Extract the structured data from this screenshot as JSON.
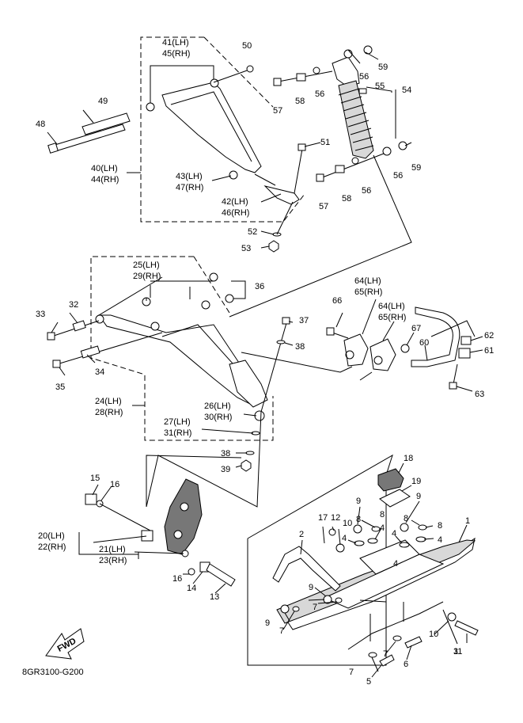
{
  "diagram_code": "8GR3100-G200",
  "fwd_label": "FWD",
  "labels": {
    "p1": "1",
    "p2": "2",
    "p3": "3",
    "p4a": "4",
    "p4b": "4",
    "p4c": "4",
    "p4d": "4",
    "p5": "5",
    "p6": "6",
    "p7a": "7",
    "p7b": "7",
    "p7c": "7",
    "p7d": "7",
    "p8a": "8",
    "p8b": "8",
    "p8c": "8",
    "p8d": "8",
    "p9a": "9",
    "p9b": "9",
    "p9c": "9",
    "p9d": "9",
    "p10a": "10",
    "p10b": "10",
    "p11": "11",
    "p12": "12",
    "p13": "13",
    "p14": "14",
    "p15": "15",
    "p16a": "16",
    "p16b": "16",
    "p17": "17",
    "p18": "18",
    "p19": "19",
    "p20": "20(LH)",
    "p22": "22(RH)",
    "p21": "21(LH)",
    "p23": "23(RH)",
    "p24": "24(LH)",
    "p28": "28(RH)",
    "p25": "25(LH)",
    "p29": "29(RH)",
    "p26": "26(LH)",
    "p30": "30(RH)",
    "p27": "27(LH)",
    "p31": "31(RH)",
    "p32": "32",
    "p33": "33",
    "p34": "34",
    "p35": "35",
    "p36": "36",
    "p37": "37",
    "p38a": "38",
    "p38b": "38",
    "p39": "39",
    "p40": "40(LH)",
    "p44": "44(RH)",
    "p41": "41(LH)",
    "p45": "45(RH)",
    "p42": "42(LH)",
    "p46": "46(RH)",
    "p43": "43(LH)",
    "p47": "47(RH)",
    "p48": "48",
    "p49": "49",
    "p50": "50",
    "p51": "51",
    "p52": "52",
    "p53": "53",
    "p54": "54",
    "p55": "55",
    "p56a": "56",
    "p56b": "56",
    "p56c": "56",
    "p56d": "56",
    "p57a": "57",
    "p57b": "57",
    "p58a": "58",
    "p58b": "58",
    "p59a": "59",
    "p59b": "59",
    "p60": "60",
    "p61": "61",
    "p62": "62",
    "p63": "63",
    "p64a": "64(LH)",
    "p65a": "65(RH)",
    "p64b": "64(LH)",
    "p65b": "65(RH)",
    "p66": "66",
    "p67": "67"
  }
}
